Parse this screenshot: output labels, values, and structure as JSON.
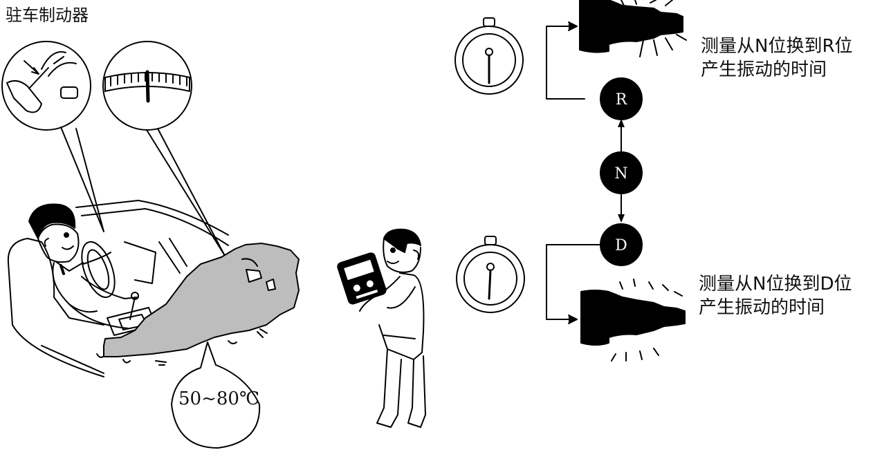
{
  "labels": {
    "parking_brake": "驻车制动器",
    "temperature": "50~80℃",
    "note_r_line1": "测量从N位换到R位",
    "note_r_line2": "产生振动的时间",
    "note_d_line1": "测量从N位换到D位",
    "note_d_line2": "产生振动的时间"
  },
  "gears": {
    "r": "R",
    "n": "N",
    "d": "D"
  },
  "colors": {
    "ink": "#000000",
    "fill_gray": "#bdbdbd",
    "background": "#ffffff"
  },
  "icons": [
    "stopwatch-icon",
    "transmission-icon",
    "scan-tool-icon"
  ]
}
